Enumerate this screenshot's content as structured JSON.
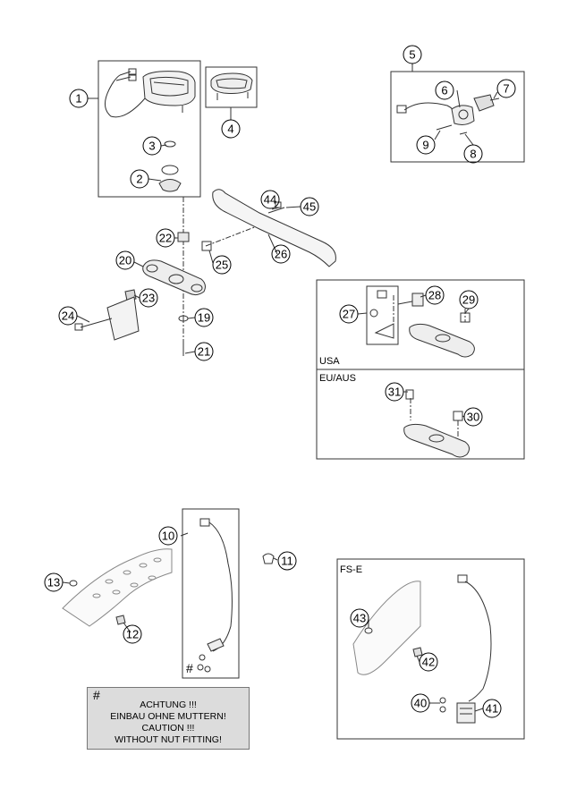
{
  "callouts": [
    "1",
    "2",
    "3",
    "4",
    "5",
    "6",
    "7",
    "8",
    "9",
    "10",
    "11",
    "12",
    "13",
    "19",
    "20",
    "21",
    "22",
    "23",
    "24",
    "25",
    "26",
    "27",
    "28",
    "29",
    "30",
    "31",
    "40",
    "41",
    "42",
    "43",
    "44",
    "45"
  ],
  "panels": {
    "usa_label": "USA",
    "eu_label": "EU/AUS",
    "fse_label": "FS-E"
  },
  "cable_mark": "#",
  "warning": {
    "hash": "#",
    "lines": [
      "ACHTUNG !!!",
      "EINBAU OHNE MUTTERN!",
      "CAUTION !!!",
      "WITHOUT NUT FITTING!"
    ]
  },
  "colors": {
    "line": "#333333",
    "note_bg": "#dcdcdc"
  }
}
